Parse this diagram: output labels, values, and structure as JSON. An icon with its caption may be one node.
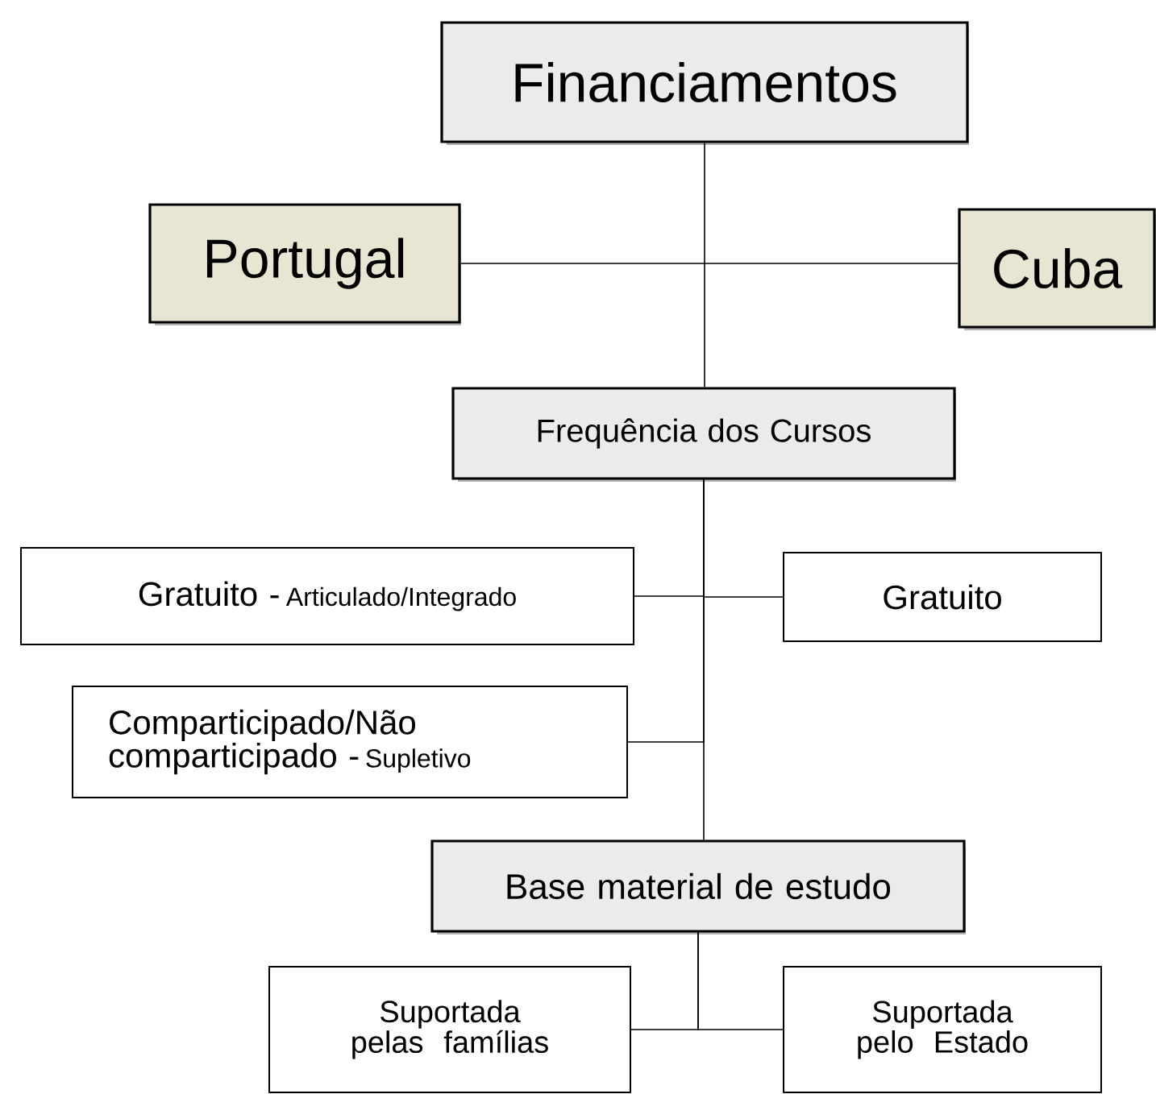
{
  "diagram": {
    "nodes": [
      {
        "text": [
          "Financiamentos"
        ]
      },
      {
        "text": [
          "Portugal"
        ]
      },
      {
        "text": [
          "Cuba"
        ]
      },
      {
        "text": [
          "Frequência dos Cursos"
        ]
      },
      {
        "text": [
          "Gratuito -",
          "Articulado/Integrado"
        ]
      },
      {
        "text": [
          "Gratuito"
        ]
      },
      {
        "text": [
          "Comparticipado/Não comparticipado -",
          "Supletivo"
        ]
      },
      {
        "text": [
          "Base material de estudo"
        ]
      },
      {
        "text": [
          "Suportada pelas famílias"
        ]
      },
      {
        "text": [
          "Suportada pelo Estado"
        ]
      }
    ],
    "edges": [
      {
        "from": 0,
        "to": 3,
        "arrow": "none"
      },
      {
        "from": 1,
        "to": 2,
        "arrow": "none"
      },
      {
        "from": 3,
        "to": 4,
        "arrow": "none"
      },
      {
        "from": 3,
        "to": 5,
        "arrow": "none"
      },
      {
        "from": 3,
        "to": 6,
        "arrow": "none"
      },
      {
        "from": 3,
        "to": 7,
        "arrow": "none"
      },
      {
        "from": 7,
        "to": 8,
        "arrow": "none"
      },
      {
        "from": 7,
        "to": 9,
        "arrow": "none"
      }
    ]
  }
}
